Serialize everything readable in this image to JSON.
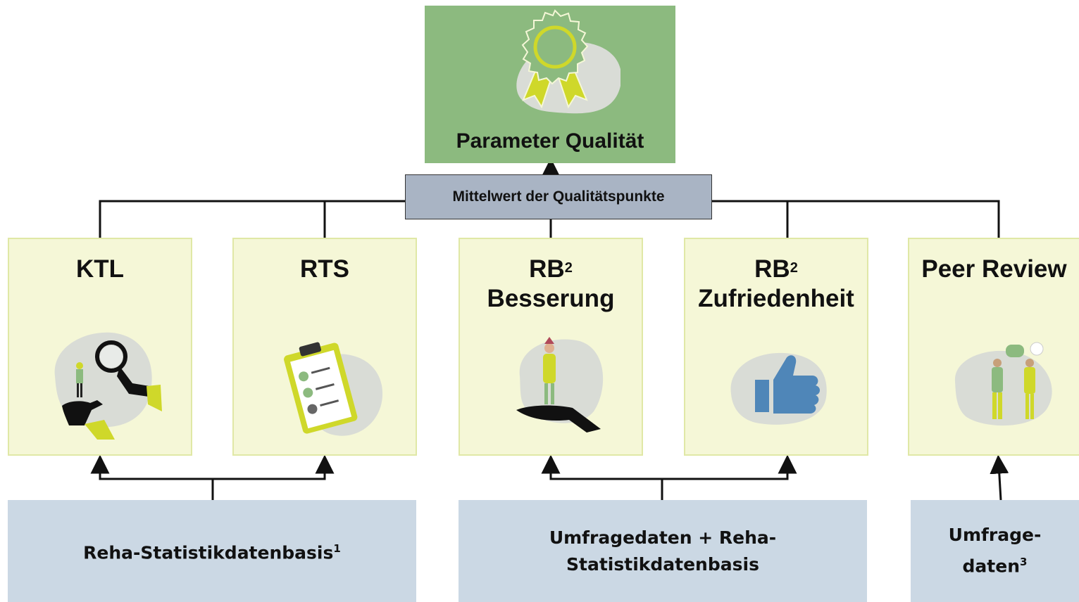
{
  "top": {
    "title": "Parameter Qualität",
    "icon": "award-rosette-icon"
  },
  "aggregator": {
    "label": "Mittelwert der Qualitätspunkte"
  },
  "cards": [
    {
      "title": "KTL",
      "title_line2": "",
      "sup": "",
      "icon": "magnifier-hand-icon"
    },
    {
      "title": "RTS",
      "title_line2": "",
      "sup": "",
      "icon": "clipboard-checklist-icon"
    },
    {
      "title": "RB",
      "sup": "2",
      "title_line2": "Besserung",
      "icon": "person-on-hand-icon"
    },
    {
      "title": "RB",
      "sup": "2",
      "title_line2": "Zufriedenheit",
      "icon": "thumbs-up-icon"
    },
    {
      "title": "Peer Review",
      "title_line2": "",
      "sup": "",
      "icon": "conversation-people-icon"
    }
  ],
  "sources": [
    {
      "line1": "Reha-Statistikdatenbasis",
      "line2": "",
      "sup": "1"
    },
    {
      "line1": "Umfragedaten + Reha-",
      "line2": "Statistikdatenbasis",
      "sup": ""
    },
    {
      "line1": "Umfrage-",
      "line2": "daten",
      "sup": "3"
    }
  ],
  "colors": {
    "top_green": "#8cba7f",
    "aggregator_blue": "#a9b4c4",
    "card_fill": "#f5f7d7",
    "source_blue": "#cbd8e4",
    "accent_lime": "#cfd82a",
    "thumb_blue": "#4f86b8"
  }
}
